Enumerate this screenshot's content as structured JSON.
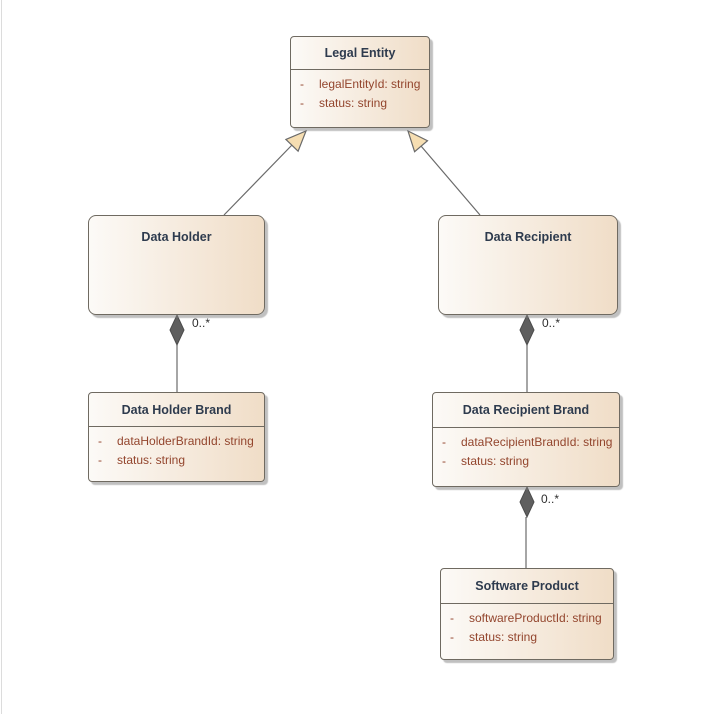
{
  "diagram": {
    "kind": "uml-class-diagram",
    "classes": [
      {
        "name": "Legal Entity",
        "attributes": [
          {
            "vis": "-",
            "text": "legalEntityId: string"
          },
          {
            "vis": "-",
            "text": "status: string"
          }
        ]
      },
      {
        "name": "Data Holder",
        "attributes": []
      },
      {
        "name": "Data Recipient",
        "attributes": []
      },
      {
        "name": "Data Holder Brand",
        "attributes": [
          {
            "vis": "-",
            "text": "dataHolderBrandId: string"
          },
          {
            "vis": "-",
            "text": "status: string"
          }
        ]
      },
      {
        "name": "Data Recipient Brand",
        "attributes": [
          {
            "vis": "-",
            "text": "dataRecipientBrandId: string"
          },
          {
            "vis": "-",
            "text": "status: string"
          }
        ]
      },
      {
        "name": "Software Product",
        "attributes": [
          {
            "vis": "-",
            "text": "softwareProductId: string"
          },
          {
            "vis": "-",
            "text": "status: string"
          }
        ]
      }
    ],
    "relationships": [
      {
        "type": "generalization",
        "from": "Data Holder",
        "to": "Legal Entity"
      },
      {
        "type": "generalization",
        "from": "Data Recipient",
        "to": "Legal Entity"
      },
      {
        "type": "composition",
        "from": "Data Holder",
        "to": "Data Holder Brand",
        "multiplicity": "0..*"
      },
      {
        "type": "composition",
        "from": "Data Recipient",
        "to": "Data Recipient Brand",
        "multiplicity": "0..*"
      },
      {
        "type": "composition",
        "from": "Data Recipient Brand",
        "to": "Software Product",
        "multiplicity": "0..*"
      }
    ]
  },
  "theme": {
    "fill-light": "#fcfaf7",
    "fill-dark": "#f0ddc7",
    "border": "#6f6a61",
    "title": "#2e3b4e",
    "attr": "#93452d",
    "line": "#6a6a6a",
    "diamond": "#5f5f5f",
    "diamond-stroke": "#4c4c4c",
    "arrow-fill": "#f6deb2",
    "mult": "#2e2e2e",
    "shadow": "rgba(130,130,130,0.5)"
  }
}
